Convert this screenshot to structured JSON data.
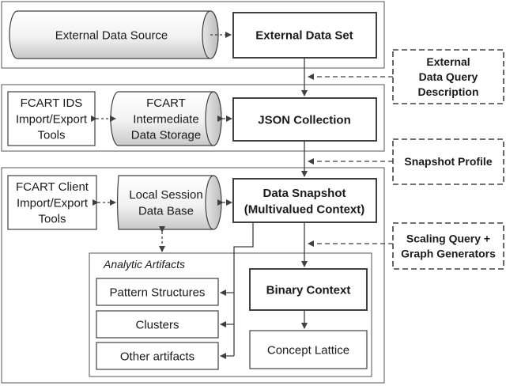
{
  "layers": {
    "source_layer": "",
    "storage_layer": "",
    "session_layer": ""
  },
  "nodes": {
    "external_data_source": [
      "External Data Source"
    ],
    "external_data_set": [
      "External Data Set"
    ],
    "external_data_query": [
      "External",
      "Data Query",
      "Description"
    ],
    "fcart_ids_tools": [
      "FCART IDS",
      "Import/Export",
      "Tools"
    ],
    "intermediate_storage": [
      "FCART",
      "Intermediate",
      "Data Storage"
    ],
    "json_collection": [
      "JSON Collection"
    ],
    "snapshot_profile": [
      "Snapshot Profile"
    ],
    "fcart_client_tools": [
      "FCART Client",
      "Import/Export",
      "Tools"
    ],
    "local_session_db": [
      "Local Session",
      "Data Base"
    ],
    "data_snapshot": [
      "Data Snapshot",
      "(Multivalued Context)"
    ],
    "scaling_query": [
      "Scaling Query +",
      "Graph Generators"
    ],
    "analytic_artifacts_title": [
      "Analytic Artifacts"
    ],
    "pattern_structures": [
      "Pattern Structures"
    ],
    "clusters": [
      "Clusters"
    ],
    "other_artifacts": [
      "Other artifacts"
    ],
    "binary_context": [
      "Binary Context"
    ],
    "concept_lattice": [
      "Concept Lattice"
    ]
  },
  "colors": {
    "line": "#404040",
    "box_fill": "#ffffff",
    "cylinder_fill_light": "#ffffff",
    "cylinder_fill_dark": "#c8c8c8"
  }
}
